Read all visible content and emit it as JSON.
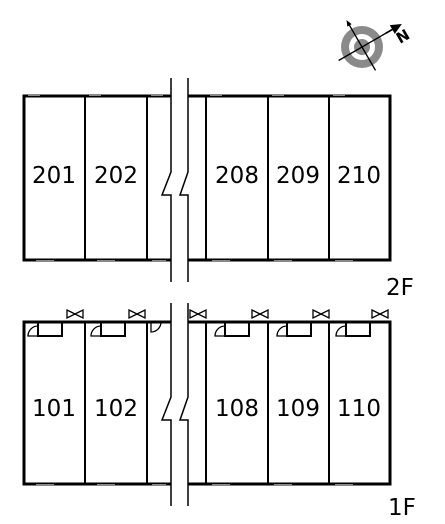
{
  "compass": {
    "north_label": "N",
    "icon": "compass-rose-icon"
  },
  "floors": [
    {
      "label": "2F",
      "units": [
        "201",
        "202",
        "208",
        "209",
        "210"
      ]
    },
    {
      "label": "1F",
      "units": [
        "101",
        "102",
        "108",
        "109",
        "110"
      ]
    }
  ]
}
